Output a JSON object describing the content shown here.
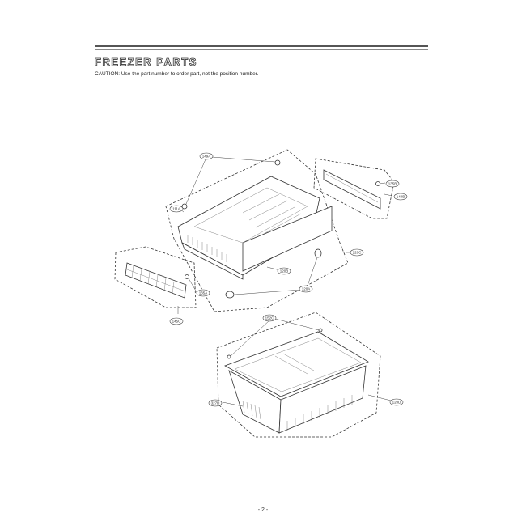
{
  "header": {
    "title": "FREEZER PARTS",
    "caution": "CAUTION: Use the part number to order part, not the position number."
  },
  "diagram": {
    "labels": {
      "upper_hinge_pin": "149A",
      "drawer_left_pin": "111A",
      "rail_cap": "135B",
      "rail": "149B",
      "drawer_cover": "120C",
      "drawer": "120B",
      "roller": "120A",
      "grille_pin": "135A",
      "grille": "145C",
      "basket_pin": "152C",
      "basket_front": "327D",
      "basket": "120D"
    }
  },
  "footer": {
    "page": "- 2 -"
  }
}
